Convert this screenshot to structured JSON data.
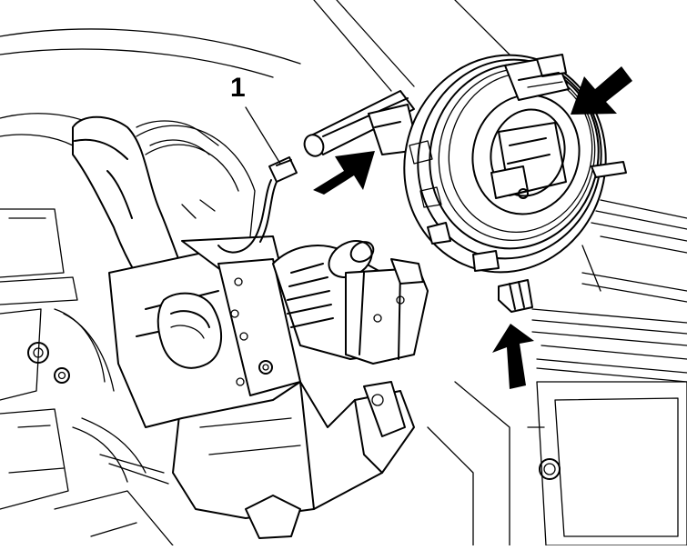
{
  "figure": {
    "callouts": [
      {
        "label": "1"
      }
    ],
    "arrows": [
      {
        "icon": "arrow-icon",
        "direction": "up-right"
      },
      {
        "icon": "arrow-icon",
        "direction": "down-left"
      },
      {
        "icon": "arrow-icon",
        "direction": "up"
      }
    ],
    "colors": {
      "line": "#000000",
      "background": "#ffffff"
    }
  }
}
